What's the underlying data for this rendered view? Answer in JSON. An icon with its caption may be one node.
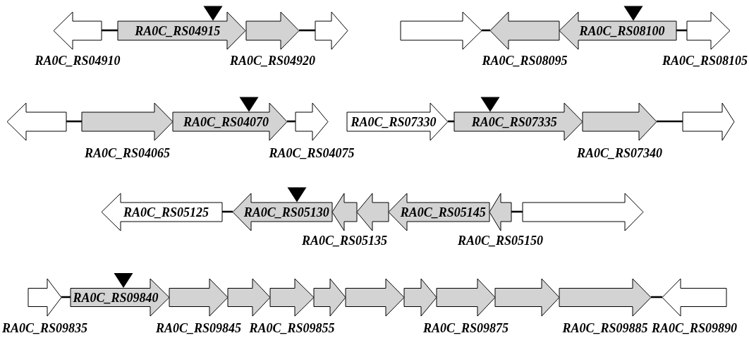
{
  "diagram": {
    "nodes": [
      {
        "text": [],
        "shape": "arrow",
        "beside": [
          "RA0C_RS04910"
        ]
      },
      {
        "text": [
          "RA0C_RS04915"
        ]
      },
      {
        "text": [],
        "shape": "arrow",
        "beside": [
          "RA0C_RS04920"
        ]
      },
      {
        "text": [],
        "shape": "arrow"
      },
      {
        "text": [],
        "shape": "arrow"
      },
      {
        "text": [],
        "shape": "arrow",
        "beside": [
          "RA0C_RS08095"
        ]
      },
      {
        "text": [
          "RA0C_RS08100"
        ]
      },
      {
        "text": [],
        "shape": "arrow",
        "beside": [
          "RA0C_RS08105"
        ]
      },
      {
        "text": [],
        "shape": "arrow"
      },
      {
        "text": [],
        "shape": "arrow",
        "beside": [
          "RA0C_RS04065"
        ]
      },
      {
        "text": [
          "RA0C_RS04070"
        ]
      },
      {
        "text": [],
        "shape": "arrow",
        "beside": [
          "RA0C_RS04075"
        ]
      },
      {
        "text": [
          "RA0C_RS07330"
        ]
      },
      {
        "text": [
          "RA0C_RS07335"
        ]
      },
      {
        "text": [],
        "shape": "arrow",
        "beside": [
          "RA0C_RS07340"
        ]
      },
      {
        "text": [],
        "shape": "arrow"
      },
      {
        "text": [
          "RA0C_RS05125"
        ]
      },
      {
        "text": [
          "RA0C_RS05130"
        ]
      },
      {
        "text": [],
        "shape": "arrow",
        "beside": [
          "RA0C_RS05135"
        ]
      },
      {
        "text": [],
        "shape": "arrow"
      },
      {
        "text": [
          "RA0C_RS05145"
        ]
      },
      {
        "text": [],
        "shape": "arrow",
        "beside": [
          "RA0C_RS05150"
        ]
      },
      {
        "text": [],
        "shape": "arrow"
      },
      {
        "text": [],
        "shape": "arrow",
        "beside": [
          "RA0C_RS09835"
        ]
      },
      {
        "text": [
          "RA0C_RS09840"
        ]
      },
      {
        "text": [],
        "shape": "arrow",
        "beside": [
          "RA0C_RS09845"
        ]
      },
      {
        "text": [],
        "shape": "arrow"
      },
      {
        "text": [],
        "shape": "arrow",
        "beside": [
          "RA0C_RS09855"
        ]
      },
      {
        "text": [],
        "shape": "arrow"
      },
      {
        "text": [],
        "shape": "arrow"
      },
      {
        "text": [],
        "shape": "arrow"
      },
      {
        "text": [],
        "shape": "arrow",
        "beside": [
          "RA0C_RS09875"
        ]
      },
      {
        "text": [],
        "shape": "arrow"
      },
      {
        "text": [],
        "shape": "arrow",
        "beside": [
          "RA0C_RS09885"
        ]
      },
      {
        "text": [],
        "shape": "arrow",
        "beside": [
          "RA0C_RS09890"
        ]
      }
    ],
    "edges": [
      {
        "from": 0,
        "to": 1,
        "arrow": "none"
      },
      {
        "from": 2,
        "to": 3,
        "arrow": "none"
      },
      {
        "from": 4,
        "to": 5,
        "arrow": "none"
      },
      {
        "from": 6,
        "to": 7,
        "arrow": "none"
      },
      {
        "from": 8,
        "to": 9,
        "arrow": "none"
      },
      {
        "from": 10,
        "to": 11,
        "arrow": "none"
      },
      {
        "from": 12,
        "to": 13,
        "arrow": "none"
      },
      {
        "from": 14,
        "to": 15,
        "arrow": "none"
      },
      {
        "from": 16,
        "to": 17,
        "arrow": "none"
      },
      {
        "from": 21,
        "to": 22,
        "arrow": "none"
      },
      {
        "from": 23,
        "to": 24,
        "arrow": "none"
      },
      {
        "from": 33,
        "to": 34,
        "arrow": "none"
      }
    ]
  }
}
